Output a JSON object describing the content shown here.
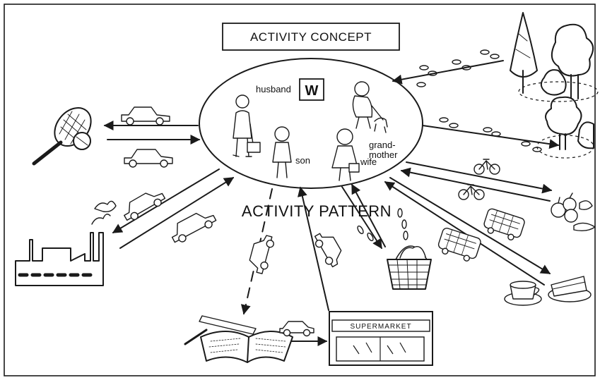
{
  "title": "ACTIVITY CONCEPT",
  "pattern_label": "ACTIVITY PATTERN",
  "household": {
    "badge": "W",
    "members": {
      "husband": "husband",
      "son": "son",
      "wife": "wife",
      "grandmother_line1": "grand-",
      "grandmother_line2": "mother"
    }
  },
  "destinations": {
    "supermarket_sign": "SUPERMARKET"
  },
  "icons": [
    "tennis-racket-icon",
    "car-icon",
    "factory-icon",
    "book-icon",
    "supermarket-icon",
    "shopping-basket-icon",
    "bus-icon",
    "bicycle-icon",
    "tree-icon",
    "coffee-cup-icon",
    "cake-icon",
    "fruit-icon",
    "footprints-icon"
  ]
}
